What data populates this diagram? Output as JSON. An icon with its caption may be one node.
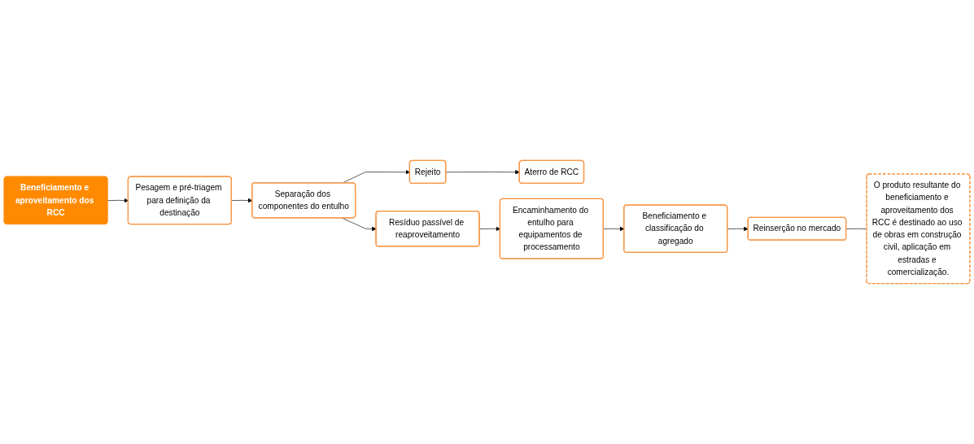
{
  "diagram": {
    "nodes": [
      {
        "text": [
          "Beneficiamento e aproveitamento dos RCC"
        ]
      },
      {
        "text": [
          "Pesagem e pré-triagem para definição da destinação"
        ]
      },
      {
        "text": [
          "Separação dos componentes do entulho"
        ]
      },
      {
        "text": [
          "Resíduo passível de reaproveitamento"
        ]
      },
      {
        "text": [
          "Rejeito"
        ]
      },
      {
        "text": [
          "Aterro de RCC"
        ]
      },
      {
        "text": [
          "Encaminhamento do entulho para equipamentos de processamento"
        ]
      },
      {
        "text": [
          "Beneficiamento e classificação do agregado"
        ]
      },
      {
        "text": [
          "Reinserção no mercado"
        ]
      },
      {
        "text": [
          "O produto resultante do beneficiamento e aproveitamento dos RCC é destinado ao uso de obras em construção civil, aplicação em estradas e comercialização."
        ]
      }
    ],
    "edges": [
      {
        "from": 0,
        "to": 1,
        "arrow": "to"
      },
      {
        "from": 1,
        "to": 2,
        "arrow": "to"
      },
      {
        "from": 2,
        "to": 3,
        "arrow": "to"
      },
      {
        "from": 2,
        "to": 4,
        "arrow": "to"
      },
      {
        "from": 4,
        "to": 5,
        "arrow": "to"
      },
      {
        "from": 3,
        "to": 6,
        "arrow": "to"
      },
      {
        "from": 6,
        "to": 7,
        "arrow": "to"
      },
      {
        "from": 7,
        "to": 8,
        "arrow": "to"
      },
      {
        "from": 8,
        "to": 9,
        "arrow": "none"
      }
    ]
  }
}
